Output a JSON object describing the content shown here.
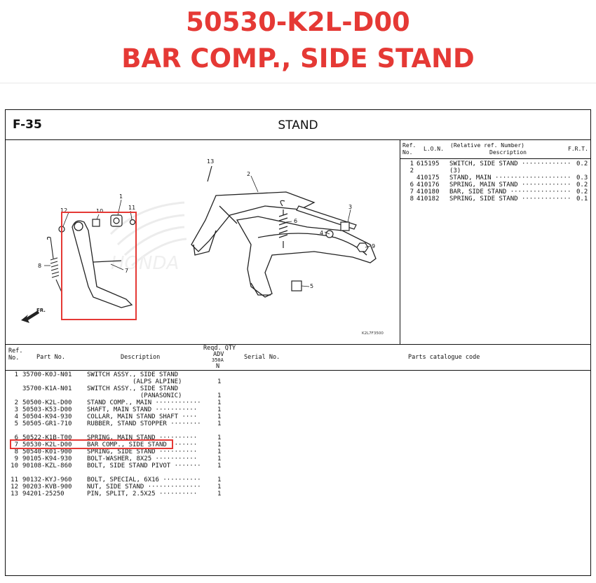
{
  "header": {
    "part_number": "50530-K2L-D00",
    "part_name": "BAR COMP., SIDE STAND"
  },
  "figure": {
    "code": "F-35",
    "title": "STAND",
    "diagram_code": "K2L7F3500",
    "direction_label": "FR.",
    "callouts": [
      "1",
      "2",
      "3",
      "4",
      "5",
      "6",
      "7",
      "8",
      "9",
      "10",
      "11",
      "12",
      "13"
    ],
    "accent_color": "#e53935"
  },
  "frt_table": {
    "headers": {
      "ref_no": "Ref.\nNo.",
      "lon": "L.O.N.",
      "desc_top": "(Relative ref. Number)",
      "desc": "Description",
      "frt": "F.R.T."
    },
    "rows": [
      {
        "ref": "1",
        "lon": "615195",
        "desc": "SWITCH, SIDE STAND ·············",
        "val": "0.2"
      },
      {
        "ref": "2",
        "lon": "",
        "desc": "(3)",
        "val": ""
      },
      {
        "ref": "",
        "lon": "410175",
        "desc": "STAND, MAIN ····················",
        "val": "0.3"
      },
      {
        "ref": "6",
        "lon": "410176",
        "desc": "SPRING, MAIN STAND ·············",
        "val": "0.2"
      },
      {
        "ref": "7",
        "lon": "410180",
        "desc": "BAR, SIDE STAND ················",
        "val": "0.2"
      },
      {
        "ref": "8",
        "lon": "410182",
        "desc": "SPRING, SIDE STAND ·············",
        "val": "0.1"
      }
    ]
  },
  "parts_table": {
    "headers": {
      "ref_no": "Ref.\nNo.",
      "part_no": "Part No.",
      "description": "Description",
      "reqd_qty": "Reqd. QTY",
      "model_line1": "ADV",
      "model_line2": "350A",
      "model_line3": "N",
      "serial_no": "Serial No.",
      "catalogue_code": "Parts catalogue code"
    },
    "rows": [
      {
        "ref": "1",
        "part_no": "35700-K0J-N01",
        "desc": "SWITCH ASSY., SIDE STAND",
        "qty": ""
      },
      {
        "ref": "",
        "part_no": "",
        "desc": "            (ALPS ALPINE)",
        "qty": "1"
      },
      {
        "ref": "",
        "part_no": "35700-K1A-N01",
        "desc": "SWITCH ASSY., SIDE STAND",
        "qty": ""
      },
      {
        "ref": "",
        "part_no": "",
        "desc": "              (PANASONIC)",
        "qty": "1"
      },
      {
        "ref": "2",
        "part_no": "50500-K2L-D00",
        "desc": "STAND COMP., MAIN ············",
        "qty": "1"
      },
      {
        "ref": "3",
        "part_no": "50503-K53-D00",
        "desc": "SHAFT, MAIN STAND ···········",
        "qty": "1"
      },
      {
        "ref": "4",
        "part_no": "50504-K94-930",
        "desc": "COLLAR, MAIN STAND SHAFT ····",
        "qty": "1"
      },
      {
        "ref": "5",
        "part_no": "50505-GR1-710",
        "desc": "RUBBER, STAND STOPPER ········",
        "qty": "1"
      },
      {
        "ref": "6",
        "part_no": "50522-K1B-T00",
        "desc": "SPRING, MAIN STAND ··········",
        "qty": "1"
      },
      {
        "ref": "7",
        "part_no": "50530-K2L-D00",
        "desc": "BAR COMP., SIDE STAND ·······",
        "qty": "1"
      },
      {
        "ref": "8",
        "part_no": "50540-K01-900",
        "desc": "SPRING, SIDE STAND ··········",
        "qty": "1"
      },
      {
        "ref": "9",
        "part_no": "90105-K94-930",
        "desc": "BOLT-WASHER, 8X25 ···········",
        "qty": "1"
      },
      {
        "ref": "10",
        "part_no": "90108-KZL-860",
        "desc": "BOLT, SIDE STAND PIVOT ·······",
        "qty": "1"
      },
      {
        "ref": "11",
        "part_no": "90132-KYJ-960",
        "desc": "BOLT, SPECIAL, 6X16 ··········",
        "qty": "1"
      },
      {
        "ref": "12",
        "part_no": "90203-KVB-900",
        "desc": "NUT, SIDE STAND ··············",
        "qty": "1"
      },
      {
        "ref": "13",
        "part_no": "94201-25250",
        "desc": "PIN, SPLIT, 2.5X25 ··········",
        "qty": "1"
      }
    ]
  }
}
